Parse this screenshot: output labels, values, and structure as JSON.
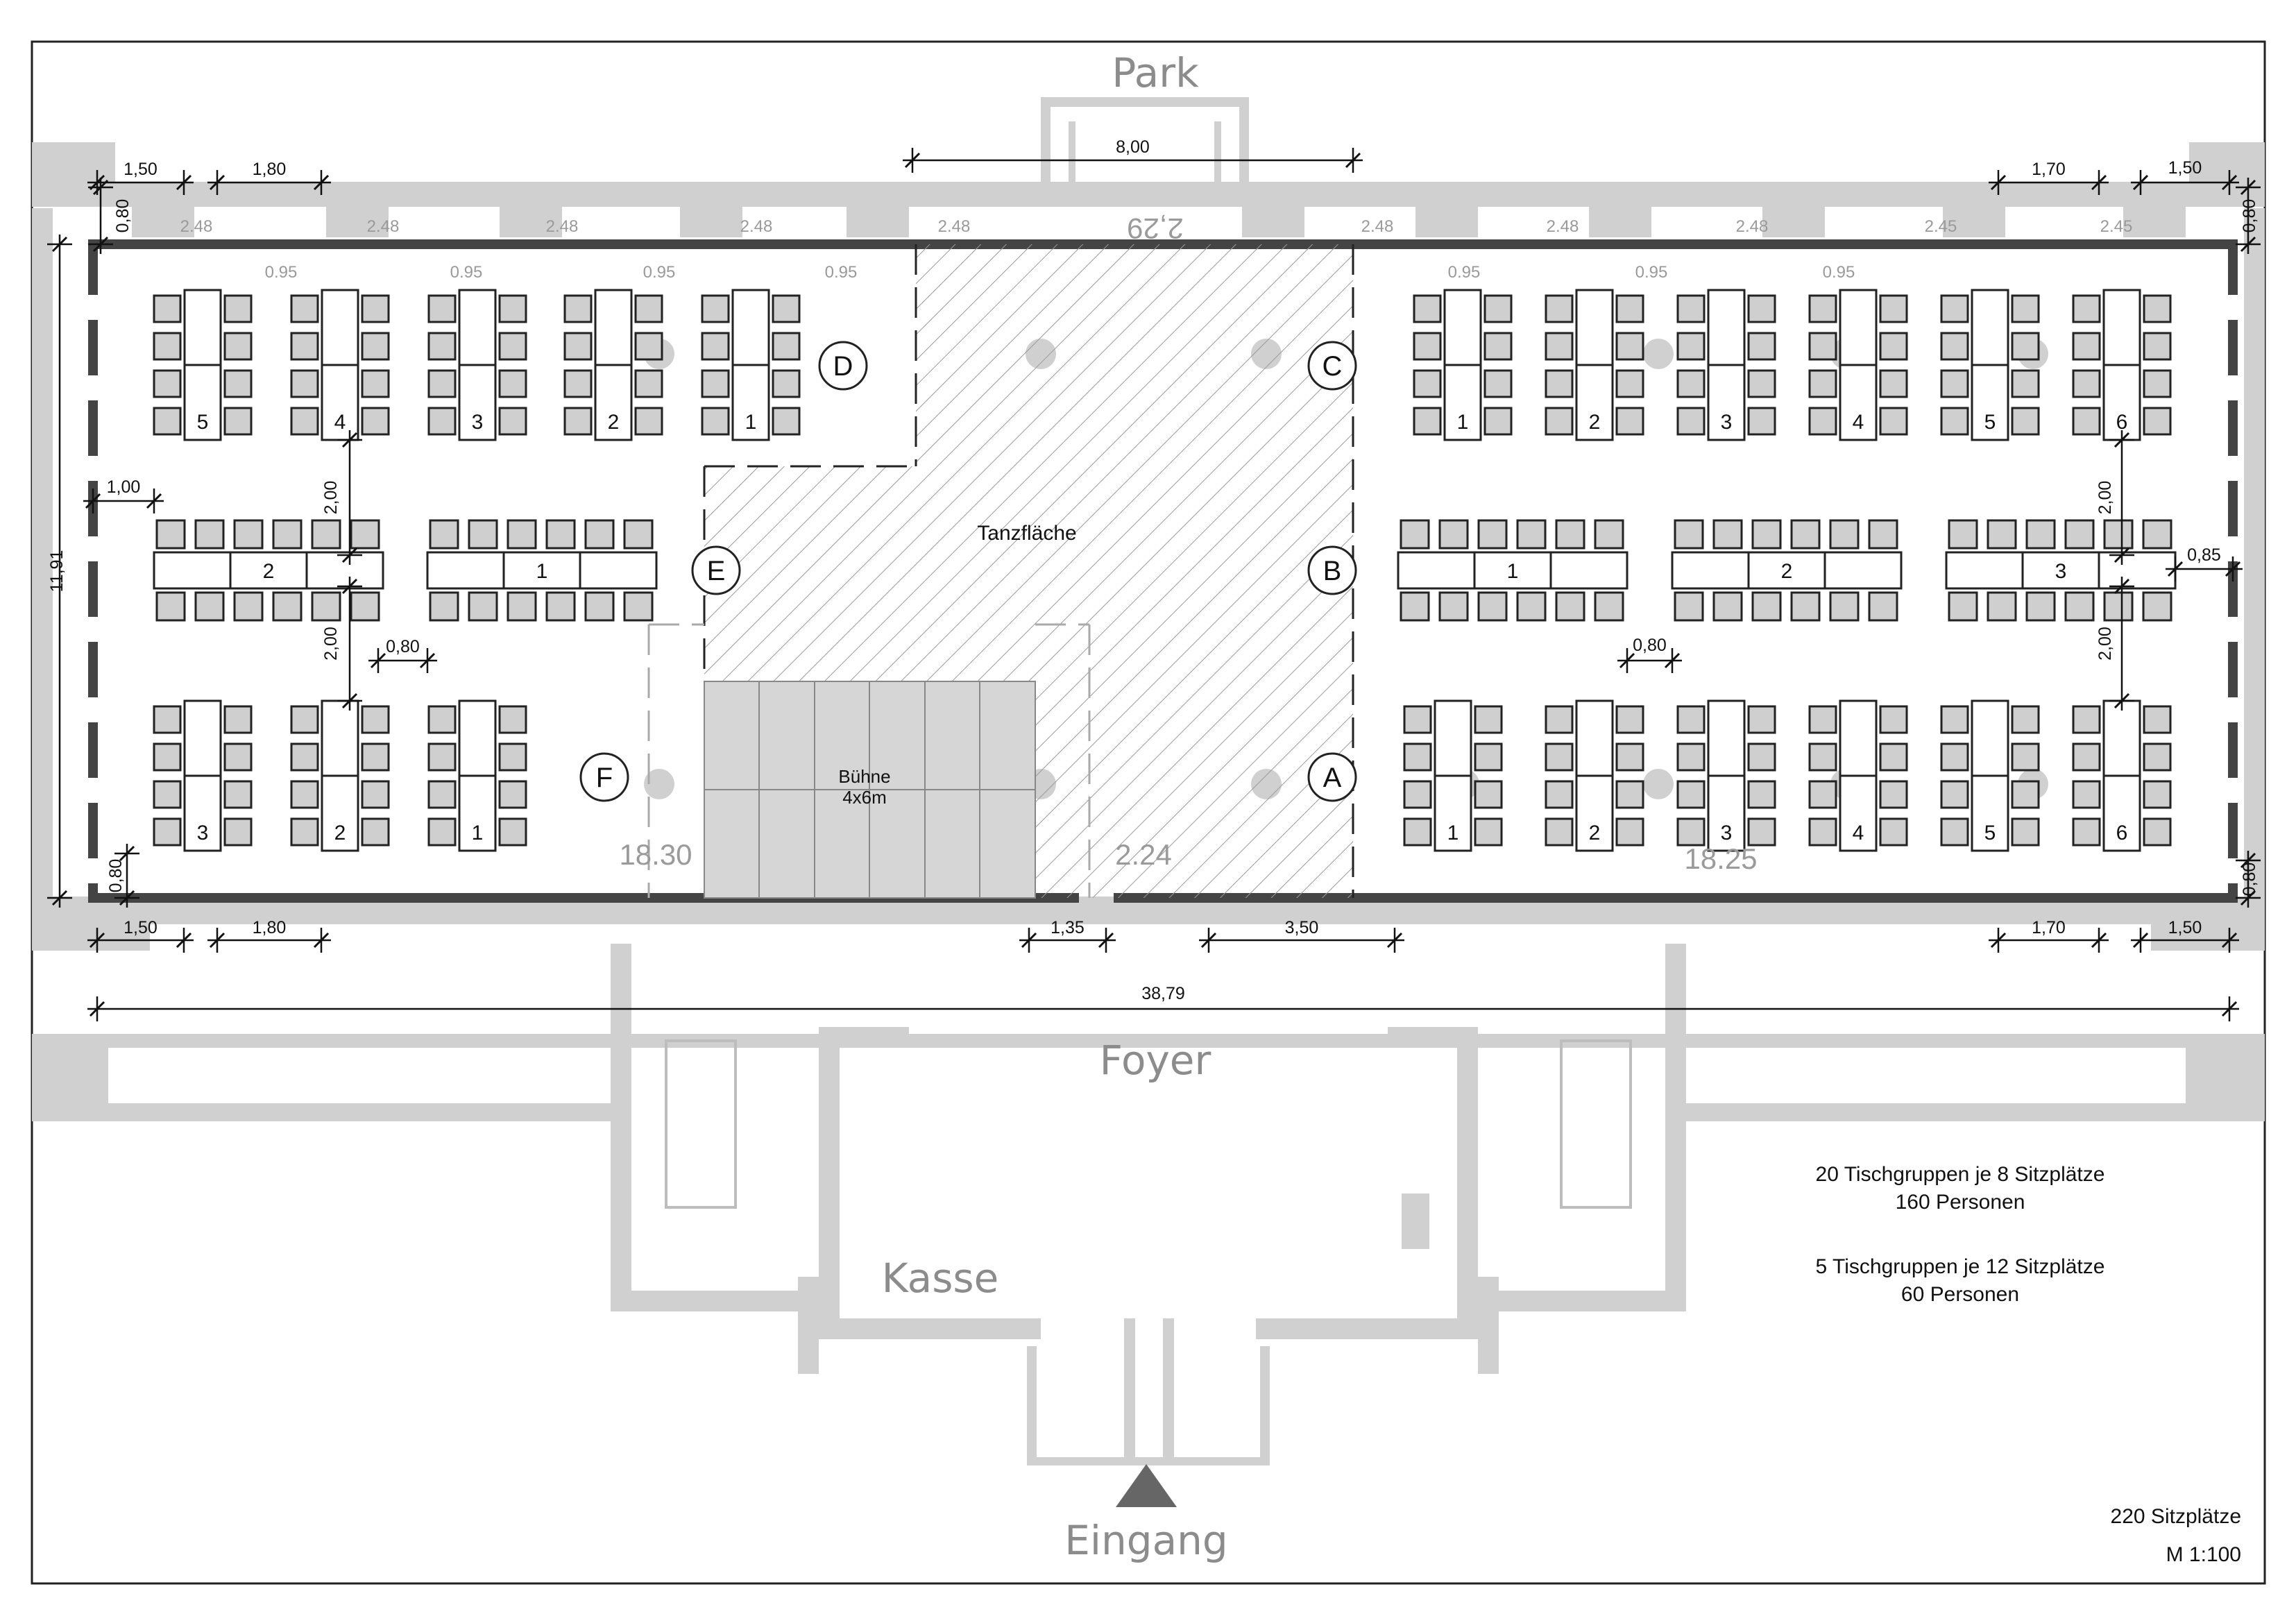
{
  "rooms": {
    "park": "Park",
    "foyer": "Foyer",
    "kasse": "Kasse",
    "eingang": "Eingang"
  },
  "areas": {
    "dance_floor": "Tanzfläche",
    "stage_title": "Bühne",
    "stage_size": "4x6m"
  },
  "dimensions": {
    "top_left_1": "1,50",
    "top_left_2": "1,80",
    "top_center": "8,00",
    "top_right_1": "1,70",
    "top_right_2": "1,50",
    "side_top": "0,80",
    "height": "11,91",
    "aisle_1": "1,00",
    "gap_v1": "2,00",
    "gap_v2": "2,00",
    "gap_h1": "0,80",
    "gap_v3": "2,00",
    "gap_v4": "2,00",
    "gap_h2": "0,80",
    "right_gap": "0,85",
    "side_bottom": "0,80",
    "right_top": "0,80",
    "right_bottom": "0,80",
    "bot_left_1": "1,50",
    "bot_left_2": "1,80",
    "bot_door": "1,35",
    "bot_center": "3,50",
    "bot_right_1": "1,70",
    "bot_right_2": "1,50",
    "total_width": "38,79"
  },
  "background_dims": {
    "wall_bays": [
      "2.48",
      "2.48",
      "2.48",
      "2.48",
      "2.48",
      "2.48",
      "2.48",
      "2.48",
      "2.45",
      "2.45"
    ],
    "pier_widths": [
      "0.95",
      "0.95",
      "0.95",
      "0.95",
      "0.95",
      "0.95",
      "0.95"
    ],
    "room_lengths": [
      "18.30",
      "2.24",
      "18.25"
    ],
    "faded_top": "2,29"
  },
  "tables": {
    "left_top": [
      "5",
      "4",
      "3",
      "2",
      "1"
    ],
    "left_mid": [
      "2",
      "1"
    ],
    "left_bottom": [
      "3",
      "2",
      "1"
    ],
    "right_top": [
      "1",
      "2",
      "3",
      "4",
      "5",
      "6"
    ],
    "right_mid": [
      "1",
      "2",
      "3"
    ],
    "right_bottom": [
      "1",
      "2",
      "3",
      "4",
      "5",
      "6"
    ]
  },
  "zones": [
    "A",
    "B",
    "C",
    "D",
    "E",
    "F"
  ],
  "summary": {
    "line1": "20 Tischgruppen je 8 Sitzplätze",
    "line2": "160 Personen",
    "line3": "5 Tischgruppen je 12 Sitzplätze",
    "line4": "60 Personen",
    "seats_total": "220 Sitzplätze",
    "scale": "M 1:100"
  },
  "colors": {
    "wall": "#444444",
    "background_plan": "#d0d0d0",
    "chair_fill": "#cfcfcf",
    "stage_fill": "#d6d6d6"
  }
}
